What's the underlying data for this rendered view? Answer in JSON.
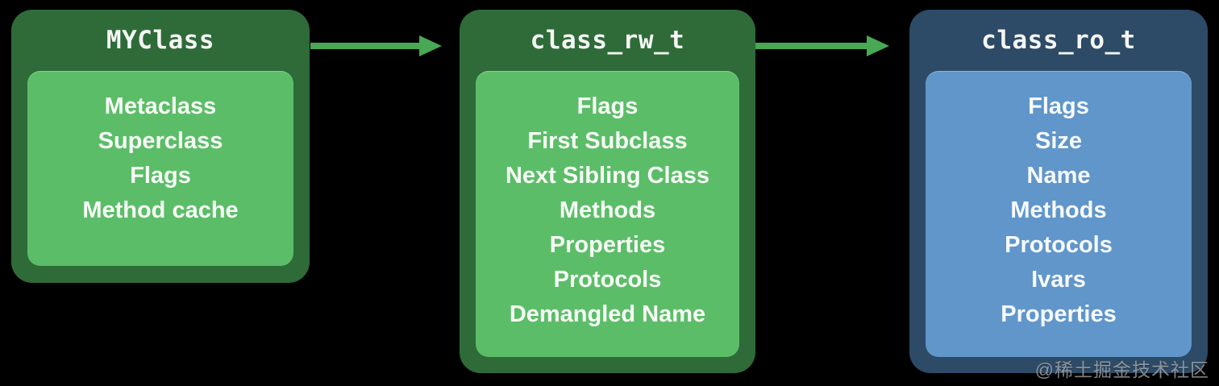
{
  "diagram": {
    "background_color": "#000000",
    "boxes": [
      {
        "title": "MYClass",
        "items": [
          "Metaclass",
          "Superclass",
          "Flags",
          "Method cache"
        ],
        "outer_color": "#2e6b38",
        "inner_color": "#5cbd68"
      },
      {
        "title": "class_rw_t",
        "items": [
          "Flags",
          "First Subclass",
          "Next Sibling Class",
          "Methods",
          "Properties",
          "Protocols",
          "Demangled Name"
        ],
        "outer_color": "#2e6b38",
        "inner_color": "#5cbd68"
      },
      {
        "title": "class_ro_t",
        "items": [
          "Flags",
          "Size",
          "Name",
          "Methods",
          "Protocols",
          "Ivars",
          "Properties"
        ],
        "outer_color": "#2d4a66",
        "inner_color": "#6096ca"
      }
    ],
    "arrows": [
      {
        "from": "MYClass",
        "to": "class_rw_t",
        "color": "#48a854"
      },
      {
        "from": "class_rw_t",
        "to": "class_ro_t",
        "color": "#48a854"
      }
    ],
    "watermark": {
      "text": "@稀土掘金技术社区",
      "color": "rgba(205,208,212,0.62)"
    }
  }
}
